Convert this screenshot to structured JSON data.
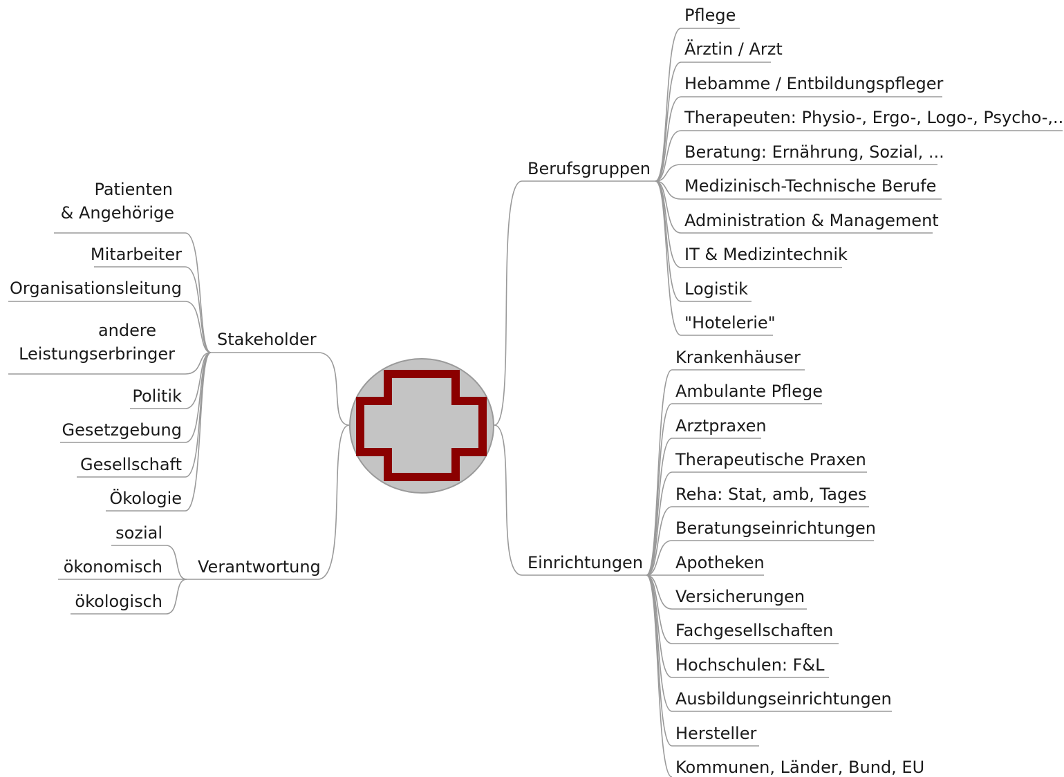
{
  "center": {
    "icon": "red-cross-icon",
    "circle_color": "#c4c4c4",
    "cross_color": "#8b0000"
  },
  "branches": {
    "stakeholder": {
      "label": "Stakeholder",
      "children": [
        "Patienten",
        "& Angehörige",
        "Mitarbeiter",
        "Organisationsleitung",
        "andere",
        "Leistungserbringer",
        "Politik",
        "Gesetzgebung",
        "Gesellschaft",
        "Ökologie"
      ]
    },
    "verantwortung": {
      "label": "Verantwortung",
      "children": [
        "sozial",
        "ökonomisch",
        "ökologisch"
      ]
    },
    "berufsgruppen": {
      "label": "Berufsgruppen",
      "children": [
        "Pflege",
        "Ärztin / Arzt",
        "Hebamme / Entbildungspfleger",
        "Therapeuten: Physio-, Ergo-, Logo-, Psycho-,...",
        "Beratung: Ernährung, Sozial, ...",
        "Medizinisch-Technische Berufe",
        "Administration & Management",
        "IT & Medizintechnik",
        "Logistik",
        "\"Hotelerie\""
      ]
    },
    "einrichtungen": {
      "label": "Einrichtungen",
      "children": [
        "Krankenhäuser",
        "Ambulante Pflege",
        "Arztpraxen",
        "Therapeutische Praxen",
        "Reha: Stat, amb, Tages",
        "Beratungseinrichtungen",
        "Apotheken",
        "Versicherungen",
        "Fachgesellschaften",
        "Hochschulen: F&L",
        "Ausbildungseinrichtungen",
        "Hersteller",
        "Kommunen, Länder, Bund, EU"
      ]
    }
  }
}
